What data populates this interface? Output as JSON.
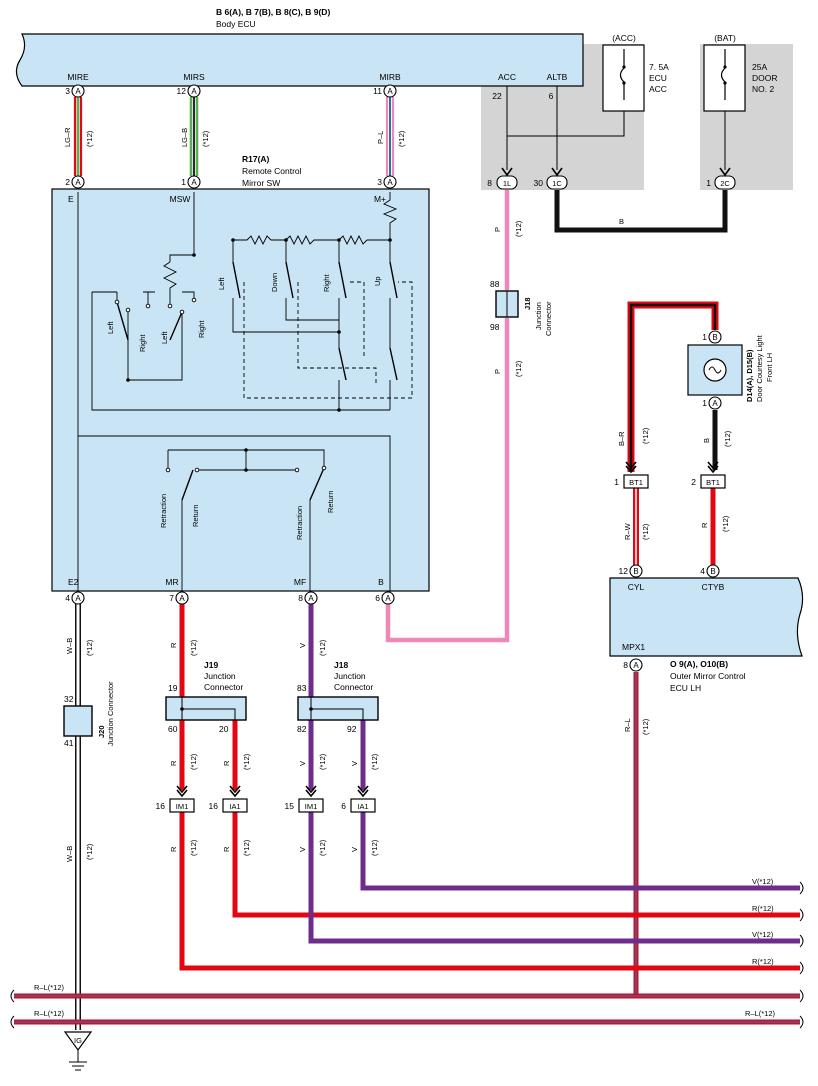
{
  "colors": {
    "panel": "#c9e4f5",
    "shade": "#d4d4d4",
    "red": "#e30613",
    "purple": "#6e2c8c",
    "pink": "#ee88b8",
    "green": "#5cae58",
    "black": "#111111",
    "blue": "#2a6bb5"
  },
  "body_ecu": {
    "codes": "B 6(A), B 7(B), B 8(C), B 9(D)",
    "name": "Body ECU",
    "pin_mire": "MIRE",
    "pin_mirs": "MIRS",
    "pin_mirb": "MIRB",
    "pin_acc": "ACC",
    "pin_altb": "ALTB",
    "num_mire": "3",
    "num_mirs": "12",
    "num_mirb": "11",
    "num_acc": "22",
    "num_altb": "6",
    "conn": "A"
  },
  "fuses": {
    "acc_head": "(ACC)",
    "acc_l1": "7. 5A",
    "acc_l2": "ECU",
    "acc_l3": "ACC",
    "bat_head": "(BAT)",
    "bat_l1": "25A",
    "bat_l2": "DOOR",
    "bat_l3": "NO. 2",
    "conn_1l": "1L",
    "conn_1c": "1C",
    "conn_2c": "2C",
    "num_1l": "8",
    "num_1c": "30",
    "num_2c": "1"
  },
  "wires": {
    "lg_r": "LG–R",
    "lg_b": "LG–B",
    "p_l": "P–L",
    "p": "P",
    "b": "B",
    "br": "B–R",
    "rw": "R–W",
    "r": "R",
    "v": "V",
    "wb": "W–B",
    "rl": "R–L",
    "note": "(*12)",
    "out_v1": "V(*12)",
    "out_r1": "R(*12)",
    "out_v2": "V(*12)",
    "out_r2": "R(*12)",
    "bus_left1": "R–L(*12)",
    "bus_left2": "R–L(*12)",
    "bus_right": "R–L(*12)"
  },
  "switch": {
    "code": "R17(A)",
    "name1": "Remote Control",
    "name2": "Mirror SW",
    "pin_e": "E",
    "pin_msw": "MSW",
    "pin_mplus": "M+",
    "pin_e2": "E2",
    "pin_mr": "MR",
    "pin_mf": "MF",
    "pin_b": "B",
    "num_e": "2",
    "num_msw": "1",
    "num_mplus": "3",
    "num_e2": "4",
    "num_mr": "7",
    "num_mf": "8",
    "num_b": "6",
    "sw_left1": "Left",
    "sw_right1": "Right",
    "sw_left2": "Left",
    "sw_right2": "Right",
    "sw_left3": "Left",
    "sw_down": "Down",
    "sw_right3": "Right",
    "sw_up": "Up",
    "sw_retr1": "Retraction",
    "sw_ret1": "Return",
    "sw_retr2": "Retraction",
    "sw_ret2": "Return"
  },
  "junction_j18_top": {
    "code": "J18",
    "name1": "Junction",
    "name2": "Connector",
    "pin_in": "88",
    "pin_out": "98"
  },
  "junction_j20": {
    "code": "J20",
    "name": "Junction Connector",
    "pin_in": "32",
    "pin_out": "41"
  },
  "junction_j19": {
    "code": "J19",
    "name1": "Junction",
    "name2": "Connector",
    "pin_in": "19",
    "pin_out1": "60",
    "pin_out2": "20"
  },
  "junction_j18_bot": {
    "code": "J18",
    "name1": "Junction",
    "name2": "Connector",
    "pin_in": "83",
    "pin_out1": "82",
    "pin_out2": "92"
  },
  "inline": {
    "im1_a": "IM1",
    "ia1_a": "IA1",
    "im1_b": "IM1",
    "ia1_b": "IA1",
    "n_im1_a": "16",
    "n_ia1_a": "16",
    "n_im1_b": "15",
    "n_ia1_b": "6",
    "bt1_a": "BT1",
    "bt1_b": "BT1",
    "n_bt1_a": "1",
    "n_bt1_b": "2"
  },
  "courtesy_light": {
    "code": "D14(A), D15(B)",
    "name1": "Door Courtesy Light",
    "name2": "Front LH",
    "pin_top": "1",
    "pin_bot": "1",
    "conn_top": "B",
    "conn_bot": "A"
  },
  "outer_mirror_ecu": {
    "code": "O 9(A), O10(B)",
    "name1": "Outer Mirror Control",
    "name2": "ECU LH",
    "pin_cyl": "CYL",
    "pin_ctyb": "CTYB",
    "pin_mpx1": "MPX1",
    "num_cyl": "12",
    "num_ctyb": "4",
    "num_mpx1": "8",
    "conn_b": "B",
    "conn_a": "A"
  },
  "ground": {
    "label": "IG"
  }
}
